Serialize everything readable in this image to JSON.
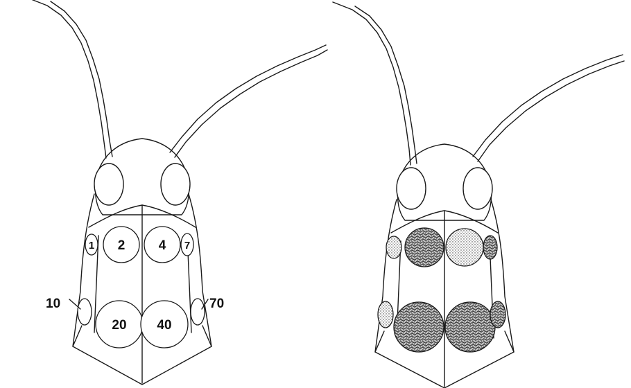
{
  "left_insect": {
    "spots": [
      {
        "id": "front-left-small",
        "label": "1"
      },
      {
        "id": "front-left-large",
        "label": "2"
      },
      {
        "id": "front-right-large",
        "label": "4"
      },
      {
        "id": "front-right-small",
        "label": "7"
      },
      {
        "id": "rear-left-small",
        "label": "10"
      },
      {
        "id": "rear-left-large",
        "label": "20"
      },
      {
        "id": "rear-right-large",
        "label": "40"
      },
      {
        "id": "rear-right-small",
        "label": "70"
      }
    ]
  },
  "right_insect": {
    "spots": [
      {
        "id": "front-left-small",
        "texture": "dotted"
      },
      {
        "id": "front-left-large",
        "texture": "mottled"
      },
      {
        "id": "front-right-large",
        "texture": "dotted"
      },
      {
        "id": "front-right-small",
        "texture": "mottled"
      },
      {
        "id": "rear-left-small",
        "texture": "dotted"
      },
      {
        "id": "rear-left-large",
        "texture": "mottled"
      },
      {
        "id": "rear-right-large",
        "texture": "mottled"
      },
      {
        "id": "rear-right-small",
        "texture": "mottled"
      }
    ]
  },
  "colors": {
    "ink": "#1a1a1a",
    "background": "#ffffff"
  }
}
